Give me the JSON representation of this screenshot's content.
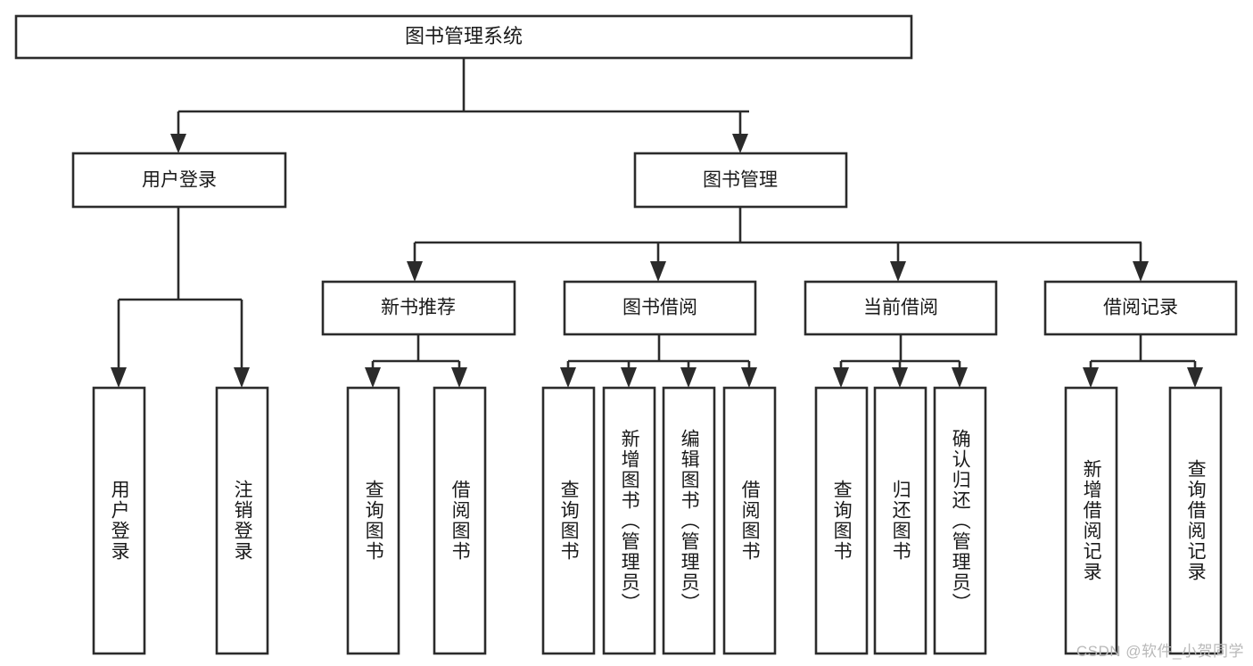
{
  "diagram": {
    "type": "tree",
    "title": "图书管理系统",
    "root": {
      "id": "root",
      "label": "图书管理系统",
      "orientation": "horizontal"
    },
    "level2": [
      {
        "id": "user-login",
        "label": "用户登录",
        "orientation": "horizontal"
      },
      {
        "id": "book-manage",
        "label": "图书管理",
        "orientation": "horizontal"
      }
    ],
    "level3": [
      {
        "id": "new-book-recommend",
        "label": "新书推荐",
        "orientation": "horizontal",
        "parent": "book-manage"
      },
      {
        "id": "book-borrow",
        "label": "图书借阅",
        "orientation": "horizontal",
        "parent": "book-manage"
      },
      {
        "id": "current-borrow",
        "label": "当前借阅",
        "orientation": "horizontal",
        "parent": "book-manage"
      },
      {
        "id": "borrow-record",
        "label": "借阅记录",
        "orientation": "horizontal",
        "parent": "book-manage"
      }
    ],
    "leaves": [
      {
        "id": "leaf-user-login",
        "label": "用户登录",
        "orientation": "vertical",
        "parent": "user-login"
      },
      {
        "id": "leaf-logout-login",
        "label": "注销登录",
        "orientation": "vertical",
        "parent": "user-login"
      },
      {
        "id": "leaf-query-book-1",
        "label": "查询图书",
        "orientation": "vertical",
        "parent": "new-book-recommend"
      },
      {
        "id": "leaf-borrow-book-1",
        "label": "借阅图书",
        "orientation": "vertical",
        "parent": "new-book-recommend"
      },
      {
        "id": "leaf-query-book-2",
        "label": "查询图书",
        "orientation": "vertical",
        "parent": "book-borrow"
      },
      {
        "id": "leaf-add-book",
        "label": "新增图书（管理员）",
        "orientation": "vertical",
        "parent": "book-borrow"
      },
      {
        "id": "leaf-edit-book",
        "label": "编辑图书（管理员）",
        "orientation": "vertical",
        "parent": "book-borrow"
      },
      {
        "id": "leaf-borrow-book-2",
        "label": "借阅图书",
        "orientation": "vertical",
        "parent": "book-borrow"
      },
      {
        "id": "leaf-query-book-3",
        "label": "查询图书",
        "orientation": "vertical",
        "parent": "current-borrow"
      },
      {
        "id": "leaf-return-book",
        "label": "归还图书",
        "orientation": "vertical",
        "parent": "current-borrow"
      },
      {
        "id": "leaf-confirm-return",
        "label": "确认归还（管理员）",
        "orientation": "vertical",
        "parent": "current-borrow"
      },
      {
        "id": "leaf-add-record",
        "label": "新增借阅记录",
        "orientation": "vertical",
        "parent": "borrow-record"
      },
      {
        "id": "leaf-query-record",
        "label": "查询借阅记录",
        "orientation": "vertical",
        "parent": "borrow-record"
      }
    ],
    "colors": {
      "background": "#ffffff",
      "box_fill": "#ffffff",
      "box_stroke": "#2b2b2b",
      "text": "#1a1a1a",
      "watermark": "#b9b9b9"
    }
  },
  "watermark": {
    "text": "CSDN @软件_小贺同学"
  }
}
